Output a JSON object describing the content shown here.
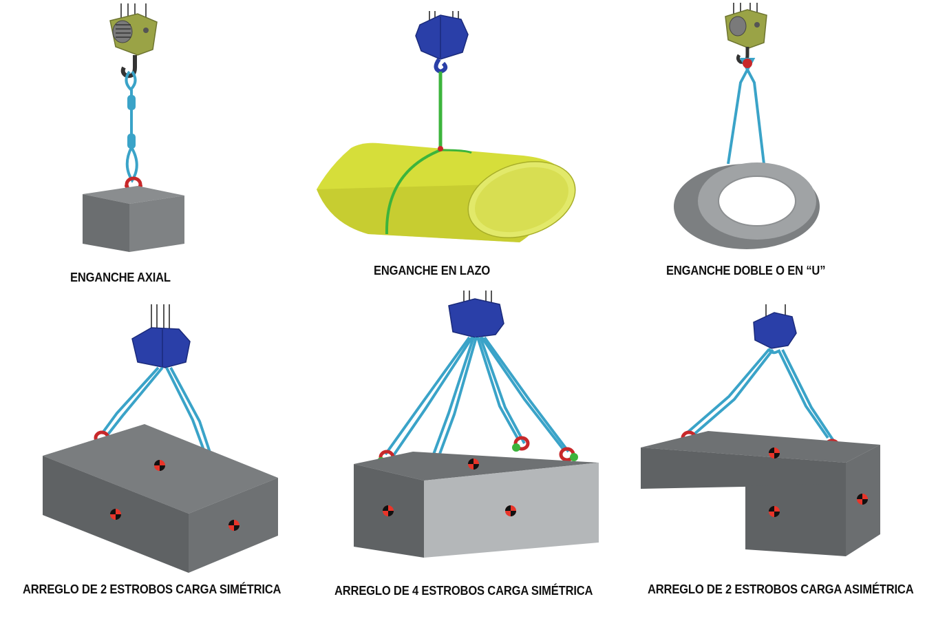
{
  "captions": {
    "axial": "ENGANCHE AXIAL",
    "lazo": "ENGANCHE EN LAZO",
    "doble_u": "ENGANCHE DOBLE O EN “U”",
    "two_sym": "ARREGLO DE 2 ESTROBOS CARGA SIMÉTRICA",
    "four_sym": "ARREGLO DE 4 ESTROBOS CARGA SIMÉTRICA",
    "two_asym": "ARREGLO DE 2 ESTROBOS CARGA ASIMÉTRICA"
  },
  "colors": {
    "sling_blue": "#3aa3c8",
    "hoist_olive": "#9aa346",
    "hoist_blue": "#2a3fa8",
    "shackle_red": "#c8282a",
    "pad_green": "#3cb43c",
    "block_dark": "#6b6e70",
    "block_top": "#8a8d8f",
    "block_light": "#b4b7b9",
    "pipe_yellow": "#d6de3a",
    "ring_gray": "#8c8f91"
  }
}
